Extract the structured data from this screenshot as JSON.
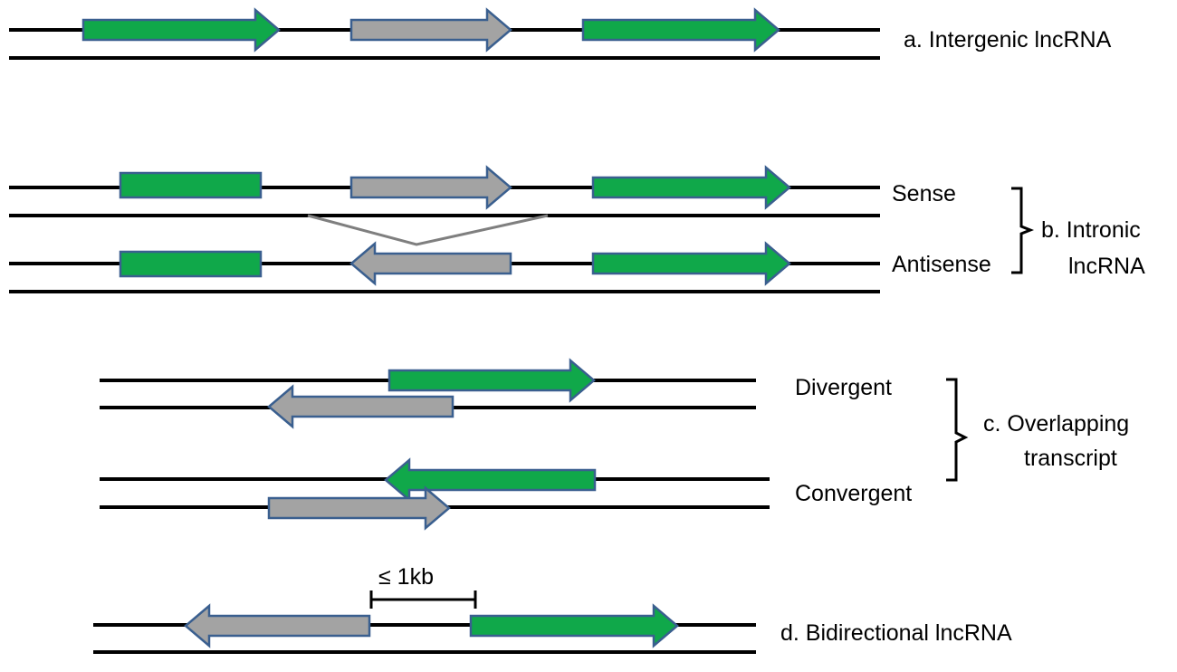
{
  "panels": {
    "a": {
      "label": "a. Intergenic lncRNA"
    },
    "b": {
      "label_line1": "b. Intronic",
      "label_line2": "lncRNA",
      "sense": "Sense",
      "antisense": "Antisense"
    },
    "c": {
      "label_line1": "c. Overlapping",
      "label_line2": "transcript",
      "divergent": "Divergent",
      "convergent": "Convergent"
    },
    "d": {
      "label": "d. Bidirectional lncRNA",
      "distance": "≤ 1kb"
    }
  },
  "colors": {
    "coding_gene": "#10a84a",
    "lncrna": "#a3a3a3",
    "outline": "#3a5f8f"
  }
}
